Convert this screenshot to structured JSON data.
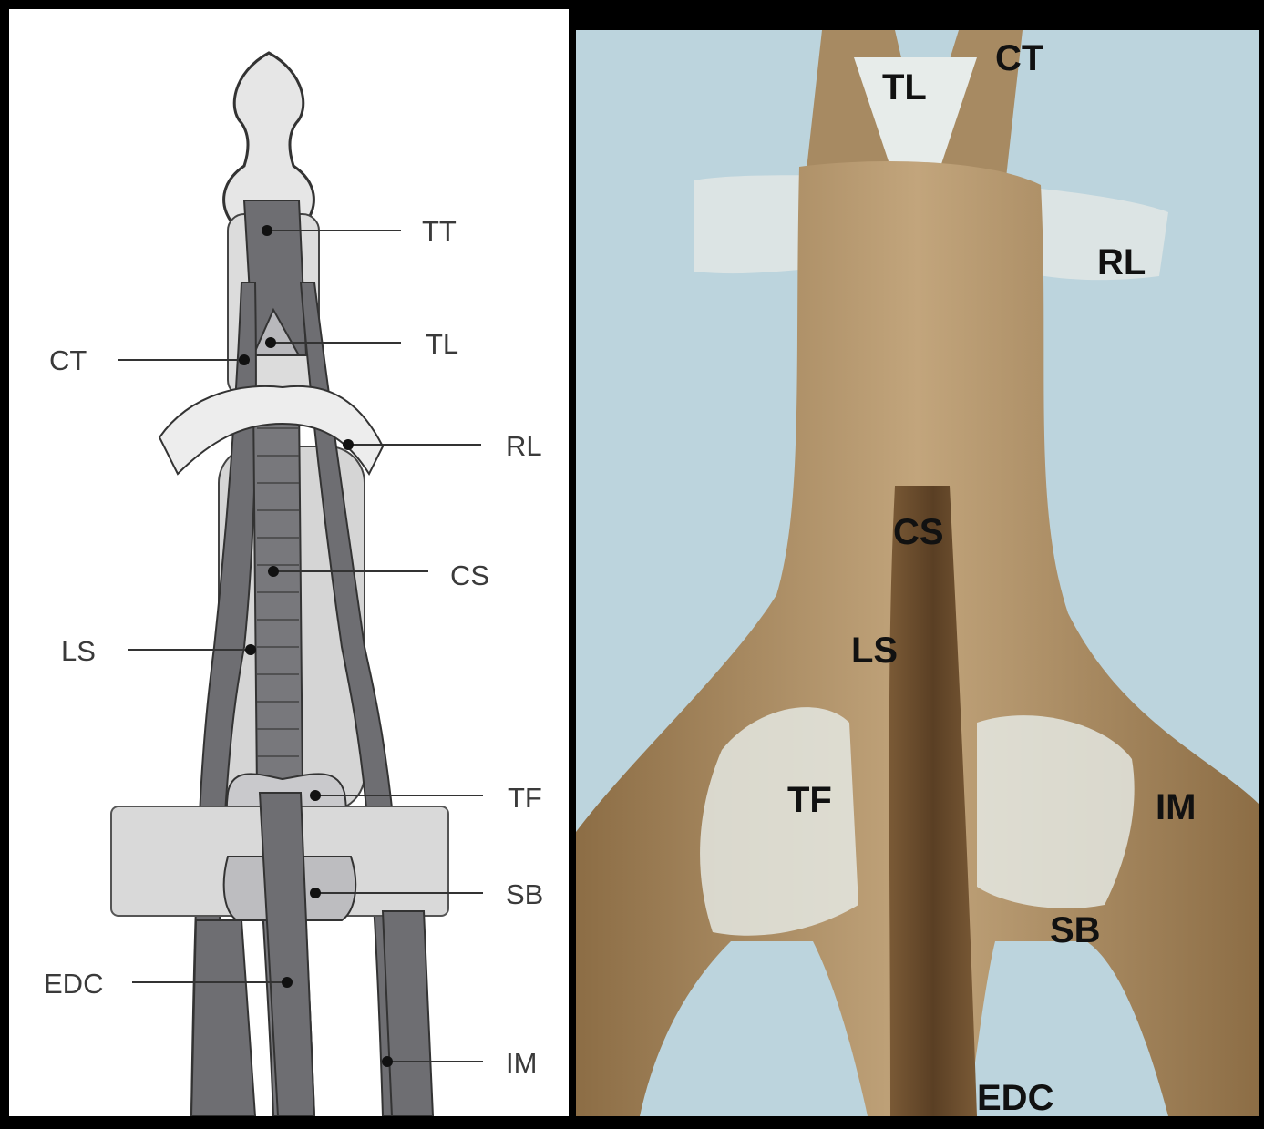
{
  "drawing": {
    "labels": {
      "tt": "TT",
      "tl": "TL",
      "ct": "CT",
      "rl": "RL",
      "cs": "CS",
      "ls": "LS",
      "tf": "TF",
      "sb": "SB",
      "edc": "EDC",
      "im": "IM"
    }
  },
  "photo": {
    "labels": {
      "ct": "CT",
      "tl": "TL",
      "rl": "RL",
      "cs": "CS",
      "ls": "LS",
      "tf": "TF",
      "im": "IM",
      "sb": "SB",
      "edc": "EDC"
    }
  },
  "colors": {
    "background": "#000000",
    "tendon": "#6e6e72",
    "bone": "#e2e2e2",
    "photo_background": "#bcd4dd",
    "specimen": "#a88a62"
  }
}
